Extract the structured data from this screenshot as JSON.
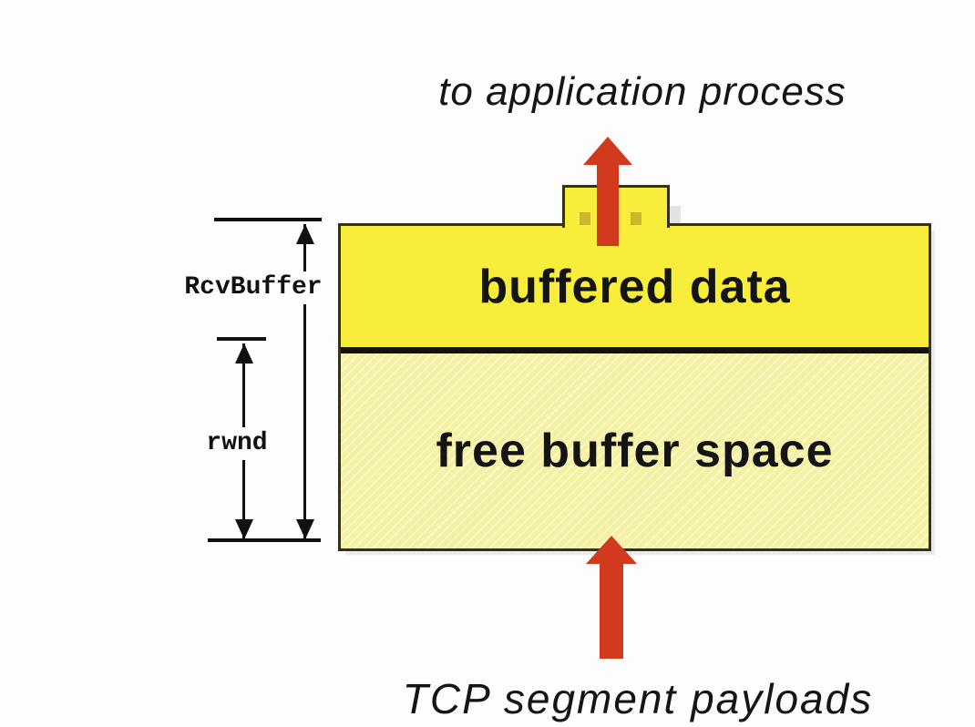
{
  "colors": {
    "bg": "#fdfdfd",
    "bright-yellow": "#f9ed3b",
    "pale-yellow": "#f5f1a2",
    "red": "#d23a1e",
    "line": "#32321e",
    "ink": "#151515",
    "notch-mark": "#cdb62c"
  },
  "labels": {
    "to_app": "to application process",
    "buffered_data": "buffered data",
    "free_buffer": "free buffer space",
    "tcp_payloads": "TCP segment payloads",
    "rcv_buffer": "RcvBuffer",
    "rwnd": "rwnd"
  }
}
